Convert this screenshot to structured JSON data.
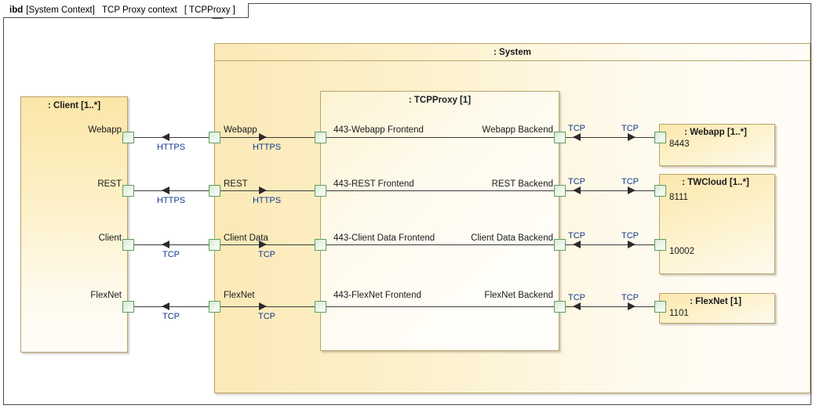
{
  "frame": {
    "keyword": "ibd",
    "context": "[System Context]",
    "name": "TCP Proxy context",
    "type": "[ TCPProxy ]"
  },
  "blocks": {
    "client": {
      "title": ": Client [1..*]"
    },
    "system": {
      "title": ": System"
    },
    "tcpproxy": {
      "title": ": TCPProxy [1]"
    },
    "webapp": {
      "title": ": Webapp [1..*]",
      "port": "8443"
    },
    "twcloud": {
      "title": ": TWCloud [1..*]",
      "port1": "8111",
      "port2": "10002"
    },
    "flexnet": {
      "title": ": FlexNet [1]",
      "port": "1101"
    }
  },
  "rows": [
    {
      "client_port": "Webapp",
      "proxy_in_port": "Webapp",
      "proxy_frontend": "443-Webapp Frontend",
      "proxy_backend": "Webapp Backend",
      "conn_client_system": "HTTPS",
      "conn_system_proxy": "HTTPS",
      "conn_backend_left": "TCP",
      "conn_backend_right": "TCP"
    },
    {
      "client_port": "REST",
      "proxy_in_port": "REST",
      "proxy_frontend": "443-REST Frontend",
      "proxy_backend": "REST Backend",
      "conn_client_system": "HTTPS",
      "conn_system_proxy": "HTTPS",
      "conn_backend_left": "TCP",
      "conn_backend_right": "TCP"
    },
    {
      "client_port": "Client",
      "proxy_in_port": "Client Data",
      "proxy_frontend": "443-Client Data Frontend",
      "proxy_backend": "Client Data Backend",
      "conn_client_system": "TCP",
      "conn_system_proxy": "TCP",
      "conn_backend_left": "TCP",
      "conn_backend_right": "TCP"
    },
    {
      "client_port": "FlexNet",
      "proxy_in_port": "FlexNet",
      "proxy_frontend": "443-FlexNet Frontend",
      "proxy_backend": "FlexNet Backend",
      "conn_client_system": "TCP",
      "conn_system_proxy": "TCP",
      "conn_backend_left": "TCP",
      "conn_backend_right": "TCP"
    }
  ],
  "colors": {
    "block_border": "#b8a46a",
    "block_fill_dark": "#fbe6a8",
    "block_fill_light": "#fffdf8",
    "port_border": "#5f9e5f",
    "connector": "#3a3a3a",
    "connector_label": "#123a8c",
    "frame_border": "#4c4c4c"
  }
}
